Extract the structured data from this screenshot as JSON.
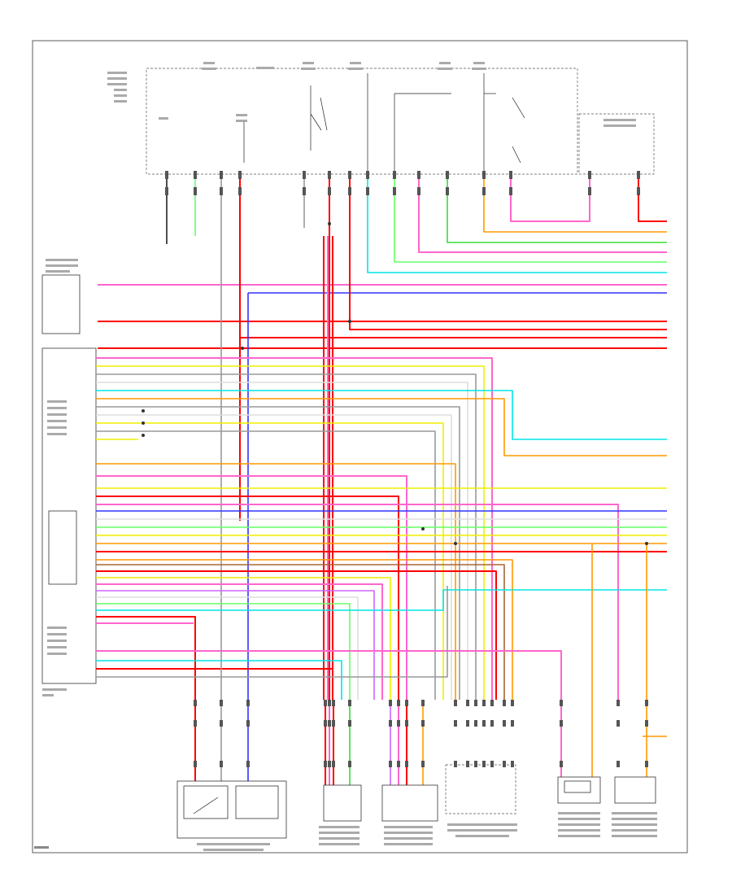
{
  "diagram": {
    "footer_code": "",
    "colors": {
      "red": "#ff0000",
      "pink": "#ff66cc",
      "orange": "#ff9900",
      "green": "#33dd33",
      "lightgreen": "#66ff66",
      "cyan": "#00e5e5",
      "blue": "#3333ff",
      "yellow": "#eeee00",
      "gray": "#999999",
      "brown": "#aa6633",
      "black": "#222222",
      "white": "#dddddd",
      "violet": "#cc66ff"
    },
    "components": [
      {
        "id": "fuse_box_top",
        "label": ""
      },
      {
        "id": "cluster_control_unit",
        "label": ""
      },
      {
        "id": "left_connector_box",
        "label": ""
      },
      {
        "id": "air_conditioning_unit",
        "label": ""
      },
      {
        "id": "ac_control_bottom_1",
        "label": ""
      },
      {
        "id": "ac_control_bottom_2",
        "label": ""
      },
      {
        "id": "ac_control_bottom_3",
        "label": ""
      },
      {
        "id": "sensor_box_1",
        "label": ""
      },
      {
        "id": "sensor_box_2",
        "label": ""
      }
    ]
  }
}
